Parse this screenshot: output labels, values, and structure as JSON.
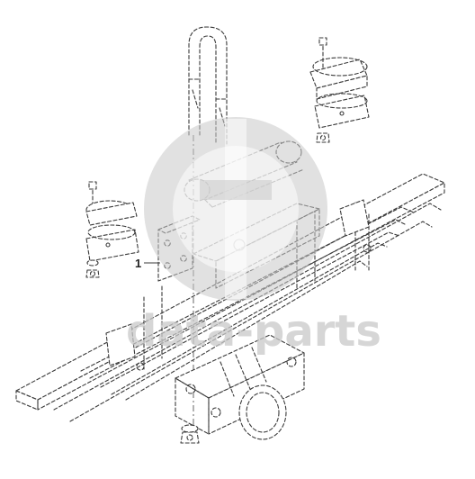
{
  "diagram": {
    "callouts": [
      {
        "label": "1",
        "part": "mounting-plate"
      }
    ]
  },
  "watermark": {
    "text": "data-parts",
    "color": "#c9c9c9"
  }
}
